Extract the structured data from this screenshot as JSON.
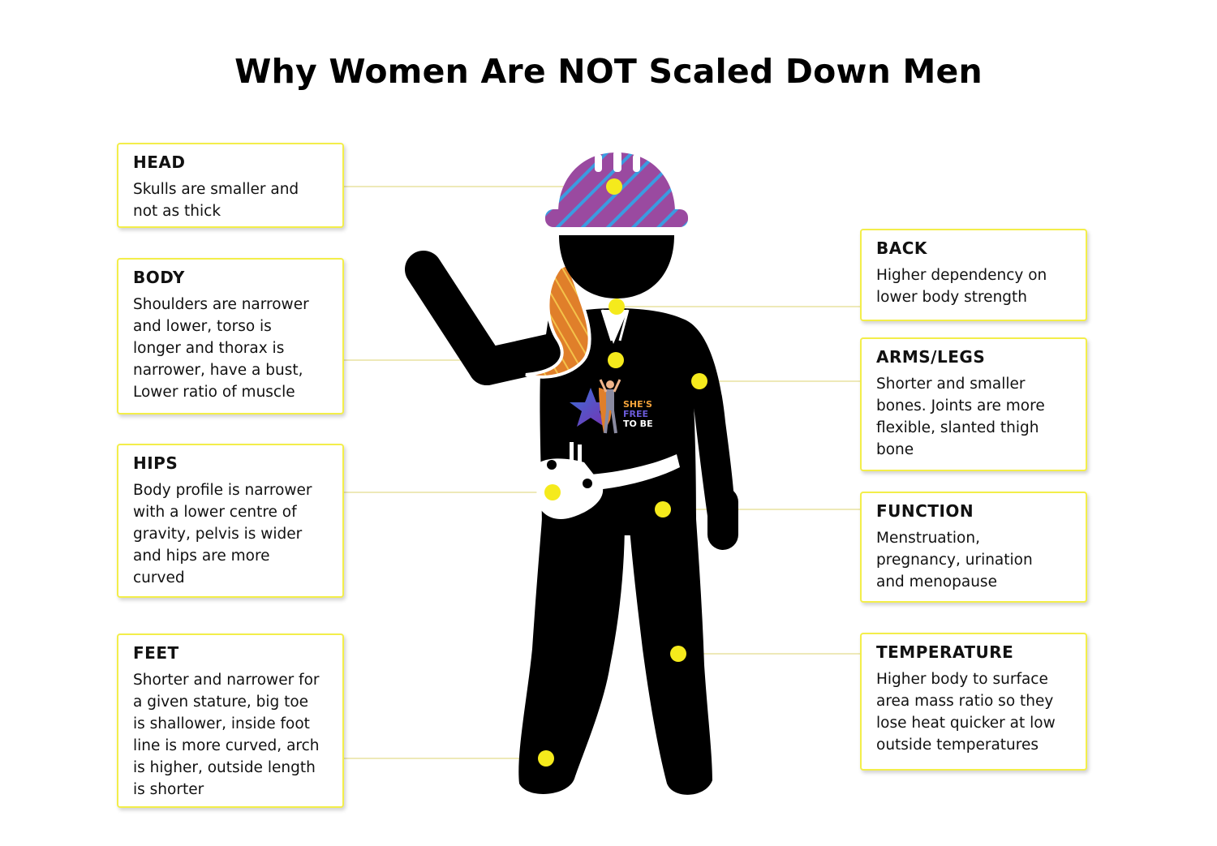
{
  "title": "Why Women Are NOT Scaled Down Men",
  "colors": {
    "accent_yellow": "#f3ee4a",
    "dot_yellow": "#f5ea1c",
    "figure_black": "#000000",
    "helmet_purple": "#9a4aa0",
    "helmet_stripe_blue": "#3b9be0",
    "hair_orange": "#e07f2a"
  },
  "left_cards": [
    {
      "heading": "HEAD",
      "text": "Skulls are smaller and\nnot as thick"
    },
    {
      "heading": "BODY",
      "text": "Shoulders are narrower\nand lower, torso is\nlonger and thorax is\nnarrower, have a bust,\nLower ratio of muscle"
    },
    {
      "heading": "HIPS",
      "text": "Body profile is narrower\nwith a lower centre of\ngravity, pelvis is wider\nand hips are more\ncurved"
    },
    {
      "heading": "FEET",
      "text": "Shorter and narrower for\na given stature, big toe\nis shallower, inside foot\nline is more curved, arch\nis higher, outside length\nis shorter"
    }
  ],
  "right_cards": [
    {
      "heading": "BACK",
      "text": "Higher dependency on\nlower body strength"
    },
    {
      "heading": "ARMS/LEGS",
      "text": "Shorter and smaller\nbones. Joints are more\nflexible, slanted thigh\nbone"
    },
    {
      "heading": "FUNCTION",
      "text": "Menstruation,\npregnancy, urination\nand menopause"
    },
    {
      "heading": "TEMPERATURE",
      "text": "Higher body to surface\narea mass ratio  so they\nlose heat quicker at low\noutside temperatures"
    }
  ],
  "logo": {
    "line1": "SHE'S",
    "line2": "FREE",
    "line3": "TO BE"
  }
}
